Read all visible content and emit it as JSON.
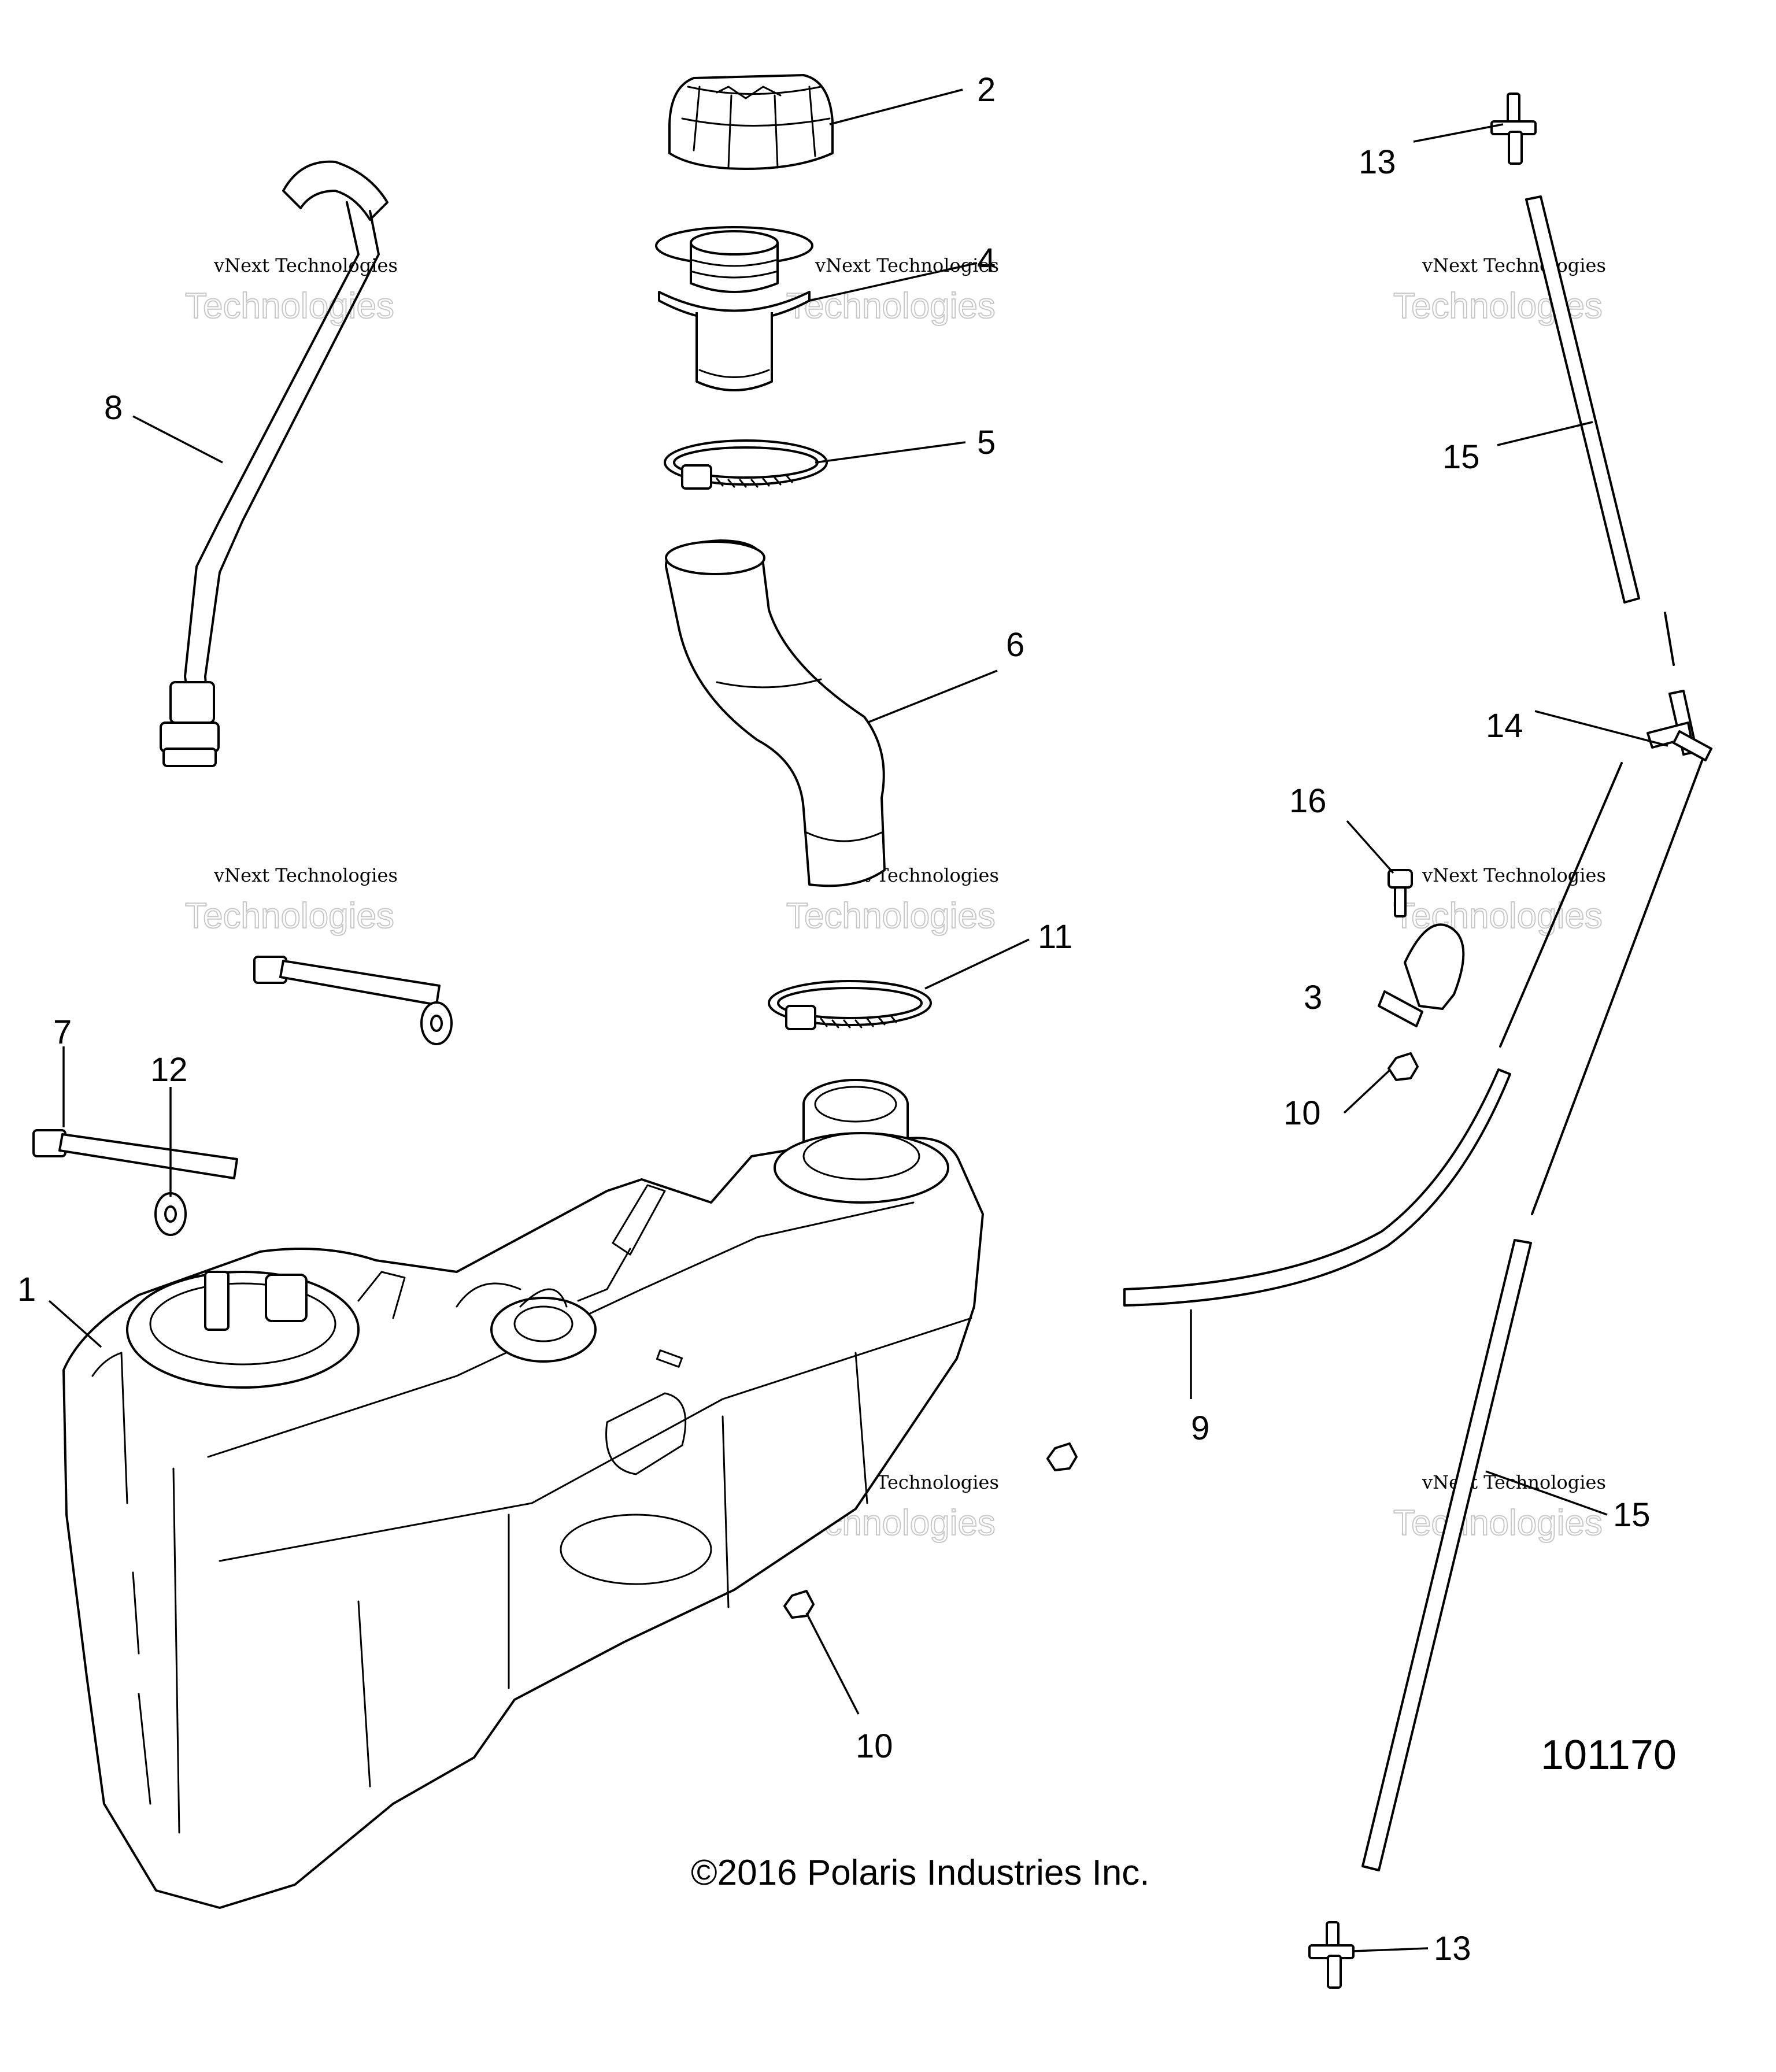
{
  "callouts": [
    {
      "id": "1",
      "label": "1"
    },
    {
      "id": "2",
      "label": "2"
    },
    {
      "id": "3",
      "label": "3"
    },
    {
      "id": "4",
      "label": "4"
    },
    {
      "id": "5",
      "label": "5"
    },
    {
      "id": "6",
      "label": "6"
    },
    {
      "id": "7",
      "label": "7"
    },
    {
      "id": "8",
      "label": "8"
    },
    {
      "id": "9",
      "label": "9"
    },
    {
      "id": "10a",
      "label": "10"
    },
    {
      "id": "10b",
      "label": "10"
    },
    {
      "id": "11",
      "label": "11"
    },
    {
      "id": "12",
      "label": "12"
    },
    {
      "id": "13a",
      "label": "13"
    },
    {
      "id": "13b",
      "label": "13"
    },
    {
      "id": "14",
      "label": "14"
    },
    {
      "id": "15a",
      "label": "15"
    },
    {
      "id": "15b",
      "label": "15"
    },
    {
      "id": "16",
      "label": "16"
    }
  ],
  "watermark": {
    "line1": "vNext Technologies",
    "line2": "Technologies"
  },
  "copyright": "©2016 Polaris Industries Inc.",
  "figure_number": "101170",
  "colors": {
    "ink": "#000000",
    "paper": "#ffffff",
    "watermark": "#c8c8c8"
  }
}
